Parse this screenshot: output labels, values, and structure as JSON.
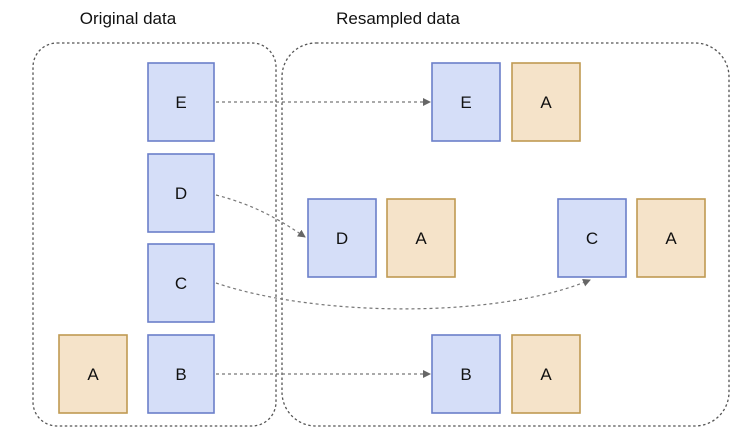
{
  "groups": {
    "original": {
      "title": "Original data"
    },
    "resampled": {
      "title": "Resampled data"
    }
  },
  "original_items": {
    "e": "E",
    "d": "D",
    "c": "C",
    "b": "B",
    "a": "A"
  },
  "resampled_items": {
    "e": {
      "left": "E",
      "right": "A"
    },
    "d": {
      "left": "D",
      "right": "A"
    },
    "c": {
      "left": "C",
      "right": "A"
    },
    "b": {
      "left": "B",
      "right": "A"
    }
  },
  "colors": {
    "blue_fill": "#d5def8",
    "blue_stroke": "#6b7fc9",
    "tan_fill": "#f5e3c9",
    "tan_stroke": "#c09a52",
    "dashed_stroke": "#555555",
    "arrow_stroke": "#777777"
  }
}
